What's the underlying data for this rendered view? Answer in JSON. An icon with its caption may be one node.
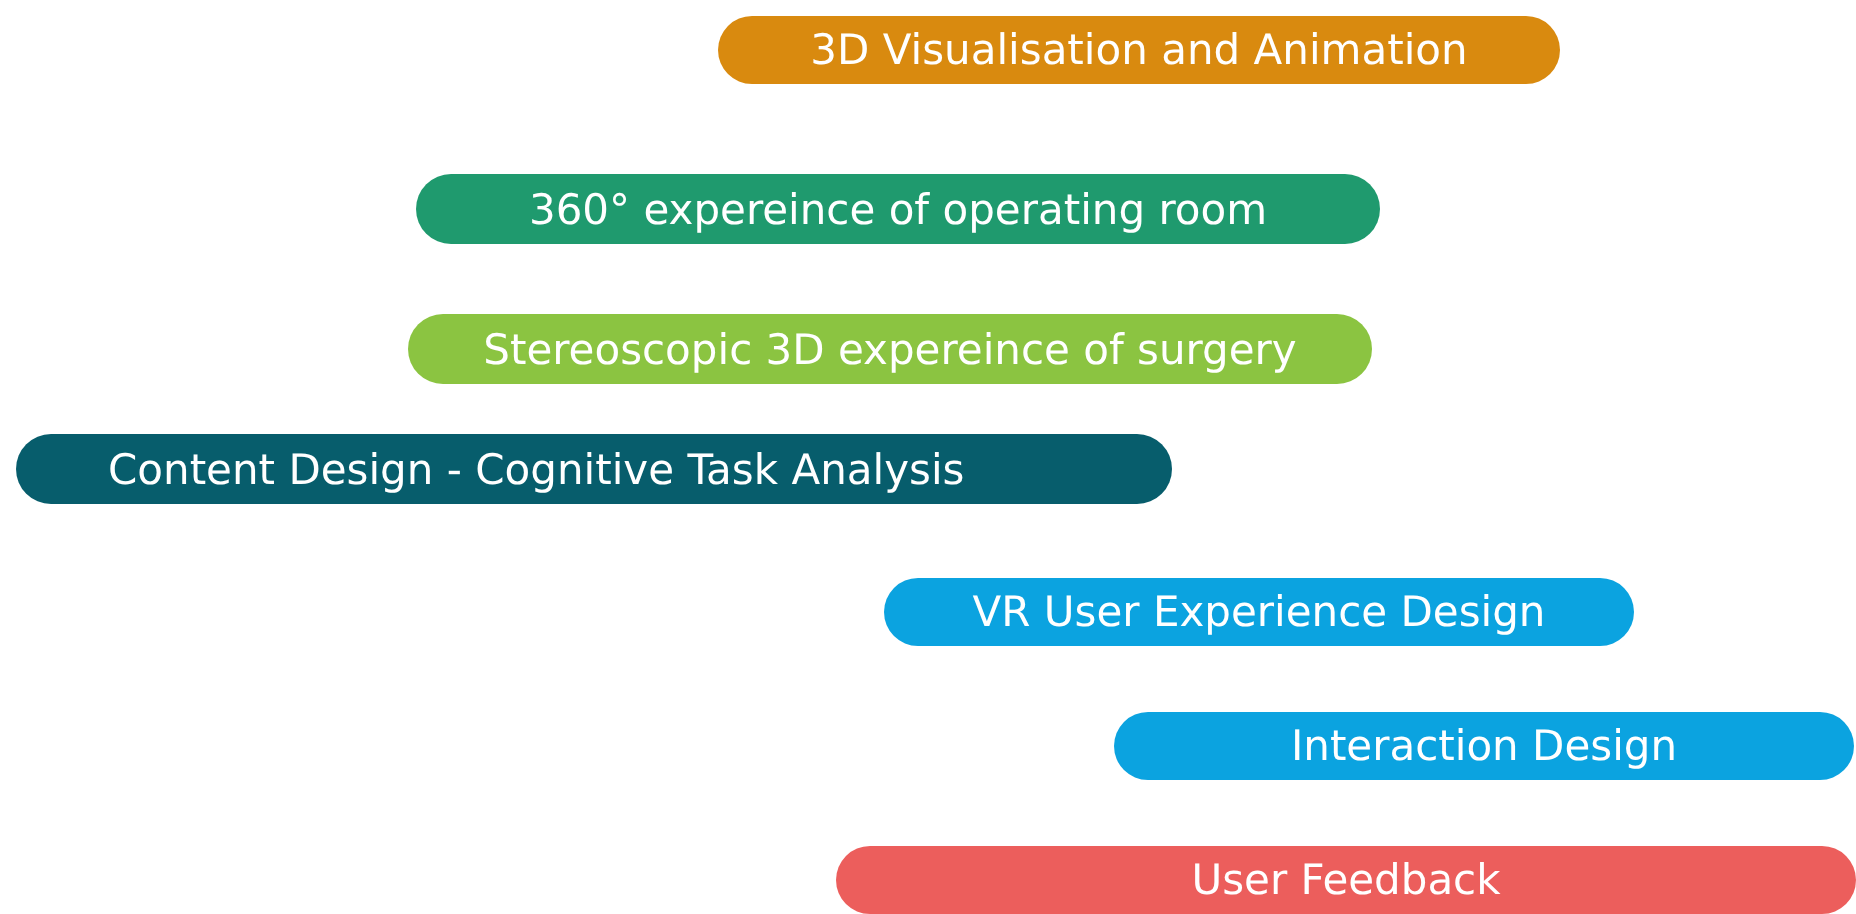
{
  "diagram": {
    "nodes": [
      {
        "text": [
          "3D Visualisation and Animation"
        ]
      },
      {
        "text": [
          "360° expereince of operating room"
        ]
      },
      {
        "text": [
          "Stereoscopic 3D expereince of surgery"
        ]
      },
      {
        "text": [
          "Content Design - Cognitive Task Analysis"
        ]
      },
      {
        "text": [
          "VR User Experience Design"
        ]
      },
      {
        "text": [
          "Interaction Design"
        ]
      },
      {
        "text": [
          "User Feedback"
        ]
      }
    ]
  }
}
